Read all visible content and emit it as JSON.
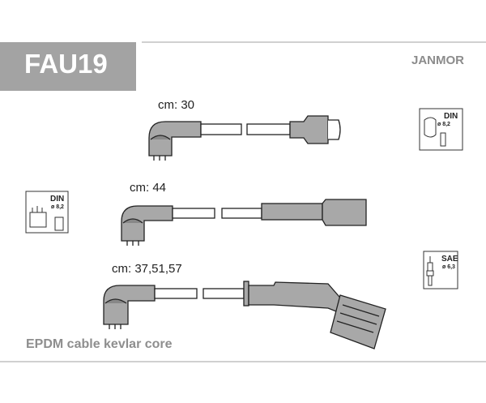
{
  "header": {
    "part_number": "FAU19",
    "brand": "JANMOR"
  },
  "cables": [
    {
      "length_label": "cm: 30"
    },
    {
      "length_label": "cm: 44"
    },
    {
      "length_label": "cm: 37,51,57"
    }
  ],
  "connectors": {
    "distributor_din_top": {
      "standard": "DIN",
      "diameter": "ø 8,2"
    },
    "distributor_din_left": {
      "standard": "DIN",
      "diameter": "ø 8,2"
    },
    "spark_plug_sae": {
      "standard": "SAE",
      "diameter": "ø 6,3"
    }
  },
  "footer": {
    "description": "EPDM cable kevlar core"
  },
  "colors": {
    "header_bg": "#a3a3a3",
    "part_fill": "#a8a8a8",
    "text_grey": "#8e8e8e"
  }
}
